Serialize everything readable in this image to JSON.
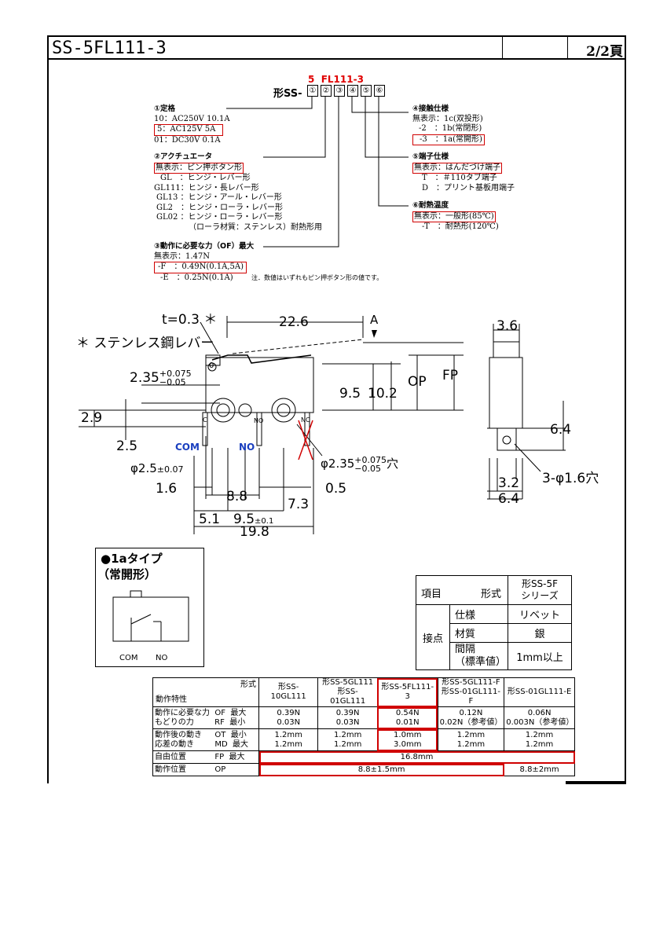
{
  "header": {
    "title": "SS-5FL111-3",
    "page": "2/2頁"
  },
  "model_code": {
    "selected": "5  FL111-3",
    "prefix": "形SS-",
    "boxes": [
      "①",
      "②",
      "③",
      "④",
      "⑤",
      "⑥"
    ]
  },
  "rating": {
    "heading": "①定格",
    "lines": [
      "10：AC250V  10.1A",
      "5：AC125V  5A",
      "01：DC30V  0.1A"
    ]
  },
  "actuator": {
    "heading": "②アクチュエータ",
    "lines": [
      "無表示：ピン押ボタン形",
      "GL　：ヒンジ・レバー形",
      "GL111：ヒンジ・長レバー形",
      "GL13 ：ヒンジ・アール・レバー形",
      "GL2　：ヒンジ・ローラ・レバー形",
      "GL02 ：ヒンジ・ローラ・レバー形",
      "（ローラ材質：ステンレス）耐熱形用"
    ]
  },
  "force": {
    "heading": "③動作に必要な力（OF）最大",
    "lines": [
      "無表示：1.47N",
      "-F　：0.49N(0.1A,5A)",
      "-E　：0.25N(0.1A)"
    ],
    "note": "注．数値はいずれもピン押ボタン形の値です。"
  },
  "contact": {
    "heading": "④接触仕様",
    "lines": [
      "無表示：1c(双投形)",
      "-2　：1b(常閉形)",
      "-3　：1a(常開形)"
    ]
  },
  "terminal": {
    "heading": "⑤端子仕様",
    "lines": [
      "無表示：はんだづけ端子",
      "T　：＃110タブ端子",
      "D　：プリント基板用端子"
    ]
  },
  "heat": {
    "heading": "⑥耐熱温度",
    "lines": [
      "無表示：一般形(85℃)",
      "-T　：耐熱形(120℃)"
    ]
  },
  "drawing": {
    "t_note": "t=0.3 ＊",
    "lever_note": "＊ ステンレス鋼レバー",
    "a_label": "A",
    "dim_22_6": "22.6",
    "dim_3_6": "3.6",
    "dim_9_5": "9.5",
    "dim_10_2": "10.2",
    "op": "OP",
    "fp": "FP",
    "dim_2_35_main": "2.35",
    "dim_2_35_sup": "+0.075",
    "dim_2_35_sub": "−0.05",
    "dim_2_9": "2.9",
    "dim_2_5": "2.5",
    "com": "COM",
    "no": "NO",
    "c_small": "C",
    "no_small": "NO",
    "nc_small": "NC",
    "zero": "0",
    "phi_2_5": "φ2.5",
    "phi_2_5_tol": "±0.07",
    "phi_2_35": "φ2.35",
    "phi_2_35_sup": "+0.075",
    "phi_2_35_sub": "−0.05",
    "phi_2_35_suffix": "穴",
    "dim_1_6": "1.6",
    "dim_8_8": "8.8",
    "dim_0_5": "0.5",
    "dim_7_3": "7.3",
    "dim_5_1": "5.1",
    "dim_9_5b": "9.5",
    "dim_9_5b_tol": "±0.1",
    "dim_19_8": "19.8",
    "dim_6_4a": "6.4",
    "dim_3_phi": "3-φ1.6穴",
    "dim_3_2": "3.2",
    "dim_6_4b": "6.4"
  },
  "circuit": {
    "title1": "●1aタイプ",
    "title2": "（常開形）",
    "com": "COM",
    "no": "NO"
  },
  "spec_table": {
    "item": "項目",
    "keishiki": "形式",
    "series": "形SS-5F\nシリーズ",
    "contact": "接点",
    "rows": [
      {
        "label": "仕様",
        "value": "リベット"
      },
      {
        "label": "材質",
        "value": "銀"
      },
      {
        "label": "間隔\n（標準値）",
        "value": "1mm以上"
      }
    ]
  },
  "char_table": {
    "corner_top": "形式",
    "corner_bottom": "動作特性",
    "columns": [
      "形SS-10GL111",
      "形SS-5GL111\n形SS-01GL111",
      "形SS-5FL111-3",
      "形SS-5GL111-F\n形SS-01GL111-F",
      "形SS-01GL111-E"
    ],
    "rows": [
      {
        "label": "動作に必要な力  OF  最大\nもどりの力　　  RF  最小",
        "cells": [
          "0.39N\n0.03N",
          "0.39N\n0.03N",
          "0.54N\n0.01N",
          "0.12N\n0.02N（参考値）",
          "0.06N\n0.003N（参考値）"
        ]
      },
      {
        "label": "動作後の動き　  OT  最小\n応差の動き　　  MD  最大",
        "cells": [
          "1.2mm\n1.2mm",
          "1.2mm\n1.2mm",
          "1.0mm\n3.0mm",
          "1.2mm\n1.2mm",
          "1.2mm\n1.2mm"
        ]
      },
      {
        "label": "自由位置　　　  FP  最大",
        "span": "16.8mm"
      },
      {
        "label": "動作位置　　　  OP",
        "span": "8.8±1.5mm",
        "last": "8.8±2mm"
      }
    ]
  }
}
